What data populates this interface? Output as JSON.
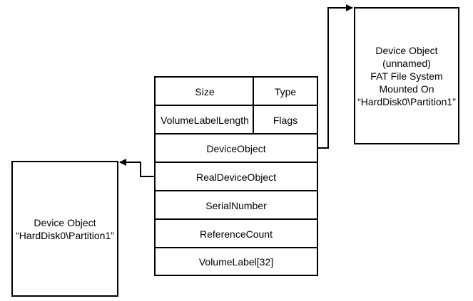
{
  "vpb": {
    "row1": {
      "left": "Size",
      "right": "Type"
    },
    "row2": {
      "left": "VolumeLabelLength",
      "right": "Flags"
    },
    "fields": [
      "DeviceObject",
      "RealDeviceObject",
      "SerialNumber",
      "ReferenceCount",
      "VolumeLabel[32]"
    ]
  },
  "fs_device": {
    "text": "Device Object\n(unnamed)\nFAT File System\nMounted On\n“HardDisk0\\Partition1”"
  },
  "disk_device": {
    "text": "Device Object\n“HardDisk0\\Partition1”"
  }
}
